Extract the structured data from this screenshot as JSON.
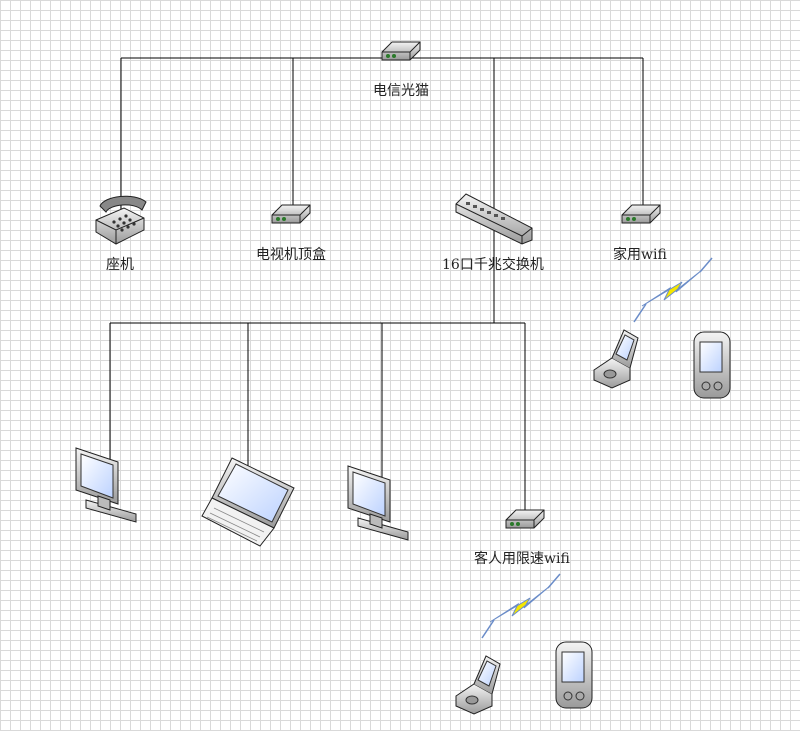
{
  "nodes": {
    "modem": "电信光猫",
    "landline": "座机",
    "settop_box": "电视机顶盒",
    "switch": "16口千兆交换机",
    "home_wifi": "家用wifi",
    "guest_wifi": "客人用限速wifi"
  },
  "icons": {
    "modem": "router-icon",
    "landline": "telephone-icon",
    "settop_box": "settop-box-icon",
    "switch": "switch-icon",
    "home_wifi": "wifi-router-icon",
    "guest_wifi": "wifi-router-icon",
    "desktop_1": "monitor-icon",
    "laptop": "laptop-icon",
    "desktop_2": "monitor-icon",
    "wireless": "lightning-icon",
    "phone": "flip-phone-icon",
    "pda": "pda-icon"
  },
  "colors": {
    "grid": "#d9d9d9",
    "line": "#000000",
    "bolt": "#f5e600",
    "screen": "#cfe0ff"
  }
}
